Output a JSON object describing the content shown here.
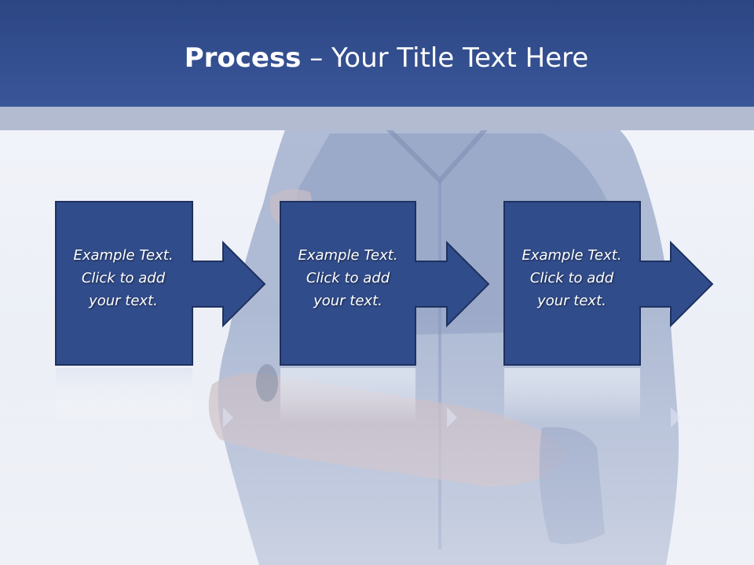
{
  "slide": {
    "title_bold": "Process",
    "title_rest": " – Your Title Text Here"
  },
  "steps": [
    {
      "line1": "Example Text.",
      "line2": "Click  to add",
      "line3": "your text."
    },
    {
      "line1": "Example Text.",
      "line2": "Click  to add",
      "line3": "your text."
    },
    {
      "line1": "Example Text.",
      "line2": "Click  to add",
      "line3": "your text."
    }
  ],
  "colors": {
    "header": "#2c4683",
    "header_strip": "#b3bbd1",
    "box_fill": "#314c8a",
    "box_border": "#1e3160",
    "text": "#ffffff"
  }
}
